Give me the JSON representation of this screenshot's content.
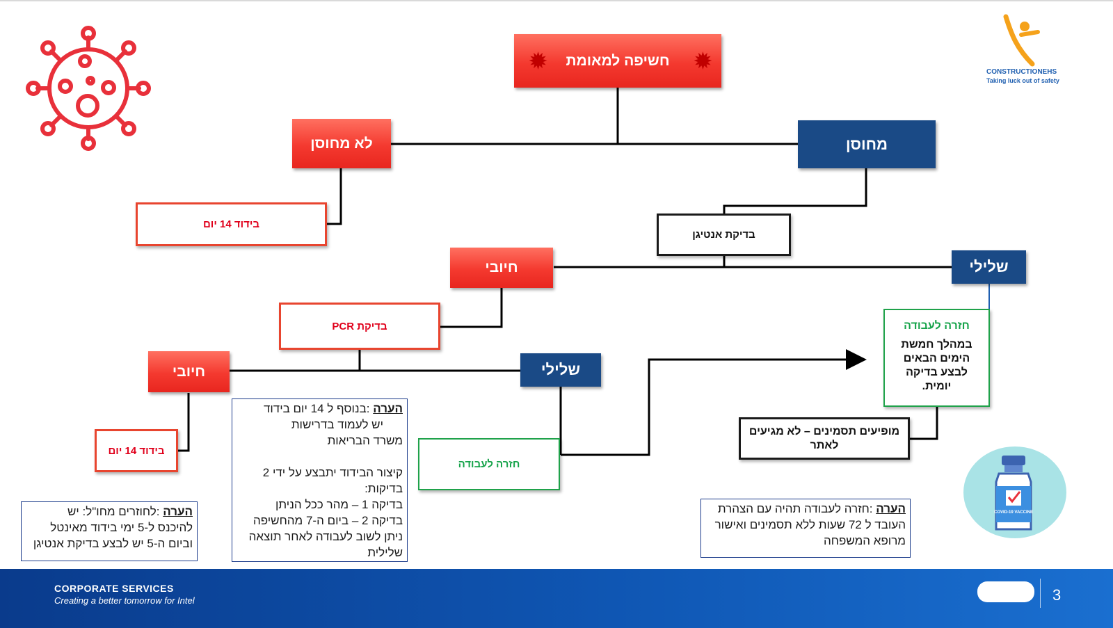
{
  "title": "חשיפה למאומת",
  "not_vaccinated": "לא מחוסן",
  "vaccinated": "מחוסן",
  "isolation_14_a": "בידוד 14 יום",
  "antigen_test": "בדיקת אנטיגן",
  "positive_1": "חיובי",
  "negative_1": "שלילי",
  "pcr_test": "בדיקת PCR",
  "positive_2": "חיובי",
  "negative_2": "שלילי",
  "isolation_14_b": "בידוד 14 יום",
  "return_to_work_a": "חזרה לעבודה",
  "return_to_work_b": {
    "heading": "חזרה לעבודה",
    "body": "במהלך חמשת הימים הבאים לבצע בדיקה יומית."
  },
  "symptoms": "מופיעים תסמינים – לא מגיעים לאתר",
  "note_label": "הערה",
  "note_middle": {
    "line1": ":בנוסף ל 14 יום בידוד",
    "line2": "יש לעמוד בדרישות",
    "line3": "משרד הבריאות",
    "line4": "קיצור הבידוד יתבצע על ידי 2",
    "line5": "בדיקות:",
    "line6": "בדיקה 1 – מהר ככל הניתן",
    "line7": "בדיקה 2 – ביום ה-7 מהחשיפה",
    "line8": "ניתן לשוב לעבודה לאחר תוצאה",
    "line9": "שלילית"
  },
  "note_left": {
    "line1": ":לחוזרים מחו\"ל: יש",
    "line2": "להיכנס ל-5 ימי בידוד מאינטל",
    "line3": "וביום ה-5 יש לבצע בדיקת אנטיגן"
  },
  "note_right": {
    "line1": ":חזרה לעבודה תהיה עם הצהרת",
    "line2": "העובד ל 72 שעות ללא תסמינים ואישור",
    "line3": "מרופא המשפחה"
  },
  "logo": {
    "name": "CONSTRUCTIONEHS",
    "tagline": "Taking luck out of safety"
  },
  "vaccine_label": "COVID-19 VACCINE",
  "footer": {
    "org": "CORPORATE SERVICES",
    "tagline": "Creating a better tomorrow for Intel",
    "page": "3"
  },
  "colors": {
    "red": "#f4392f",
    "blue": "#1a4a86",
    "green": "#16a34a"
  },
  "icons": [
    "virus-icon",
    "logo-figure-icon",
    "vaccine-bottle-icon"
  ]
}
